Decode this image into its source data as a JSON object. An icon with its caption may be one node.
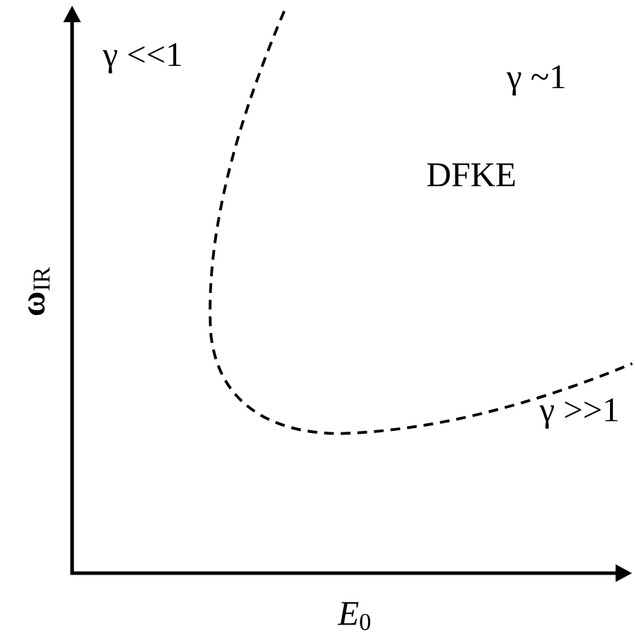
{
  "diagram": {
    "labels": [
      "γ <<1",
      "γ ~1",
      "DFKE",
      "γ >>1",
      "**ω**$_{IR}$",
      "*E*$_{0}$"
    ]
  }
}
